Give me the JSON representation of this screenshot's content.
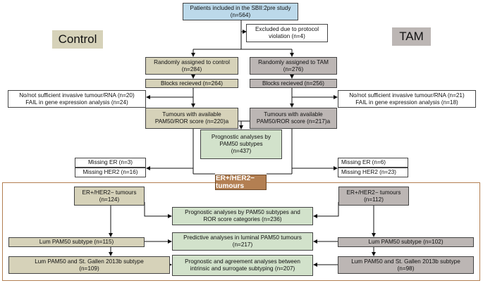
{
  "arms": {
    "control": "Control",
    "tam": "TAM"
  },
  "top": {
    "l1": "Patients included in the SBII:2pre study",
    "l2": "(n=564)"
  },
  "excluded": {
    "l1": "Excluded due to protocol",
    "l2": "violation (n=4)"
  },
  "control": {
    "assigned": {
      "l1": "Randomly assigned to control",
      "l2": "(n=284)"
    },
    "blocks": "Blocks recieved (n=264)",
    "tumours": {
      "l1": "Tumours with available",
      "l2": "PAM50/ROR score (n=220)a"
    },
    "nosuff": {
      "l1": "No/not sufficient invasive tumour/RNA (n=20)",
      "l2": "FAIL in gene expression analysis (n=24)"
    },
    "missing_er": "Missing ER (n=3)",
    "missing_her2": "Missing HER2 (n=16)",
    "erpos": {
      "l1": "ER+/HER2− tumours",
      "l2": "(n=124)"
    },
    "lum": "Lum PAM50 subtype (n=115)",
    "lum_sg": {
      "l1": "Lum PAM50 and St. Gallen 2013b subtype",
      "l2": "(n=109)"
    }
  },
  "tam": {
    "assigned": {
      "l1": "Randomly assigned to TAM",
      "l2": "(n=276)"
    },
    "blocks": "Blocks recieved (n=256)",
    "tumours": {
      "l1": "Tumours with available",
      "l2": "PAM50/ROR score (n=217)a"
    },
    "nosuff": {
      "l1": "No/not sufficient invasive tumour/RNA (n=21)",
      "l2": "FAIL in gene expression analysis (n=18)"
    },
    "missing_er": "Missing ER (n=6)",
    "missing_her2": "Missing HER2 (n=23)",
    "erpos": {
      "l1": "ER+/HER2− tumours",
      "l2": "(n=112)"
    },
    "lum": "Lum PAM50 subtype (n=102)",
    "lum_sg": {
      "l1": "Lum PAM50 and St. Gallen 2013b subtype",
      "l2": "(n=98)"
    }
  },
  "center": {
    "prognostic": {
      "l1": "Prognostic analyses by",
      "l2": "PAM50 subtypes",
      "l3": "(n=437)"
    },
    "section_title": "ER+/HER2− tumours",
    "prog_ror": {
      "l1": "Prognostic analyses by PAM50 subtypes and",
      "l2": "ROR score categories (n=236)"
    },
    "predictive": {
      "l1": "Predictive analyses in luminal PAM50 tumours",
      "l2": "(n=217)"
    },
    "agreement": {
      "l1": "Prognostic and agreement analyses between",
      "l2": "intrinsic and surrogate subtyping (n=207)"
    }
  }
}
